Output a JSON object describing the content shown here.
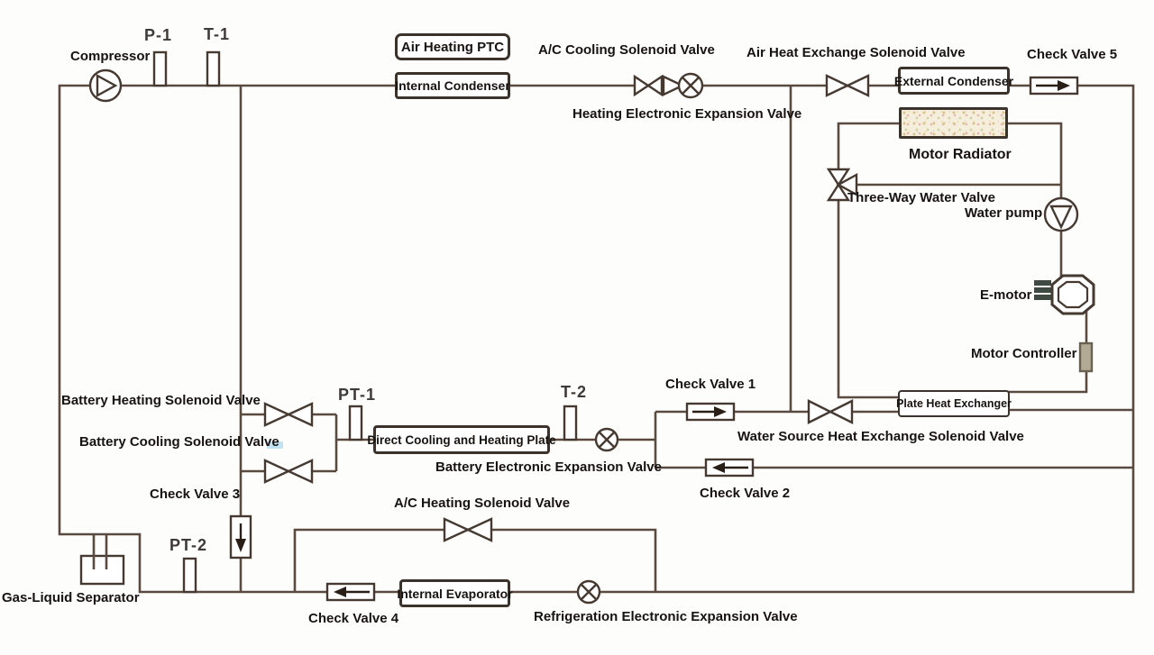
{
  "colors": {
    "pipe": "#5b4a40",
    "symbol_stroke": "#453931",
    "arrow": "#2a1f17",
    "box_border": "#3b322b",
    "text": "#161311",
    "sensor_text": "#3e3a36",
    "radiator_fill": "#f5eedd",
    "motor_controller_fill": "#b3aa95",
    "highlight_dash": "#b5ddef",
    "background": "#fdfdfb"
  },
  "labels": {
    "compressor": "Compressor",
    "p1": "P-1",
    "t1": "T-1",
    "air_heating_ptc": "Air Heating PTC",
    "internal_condenser": "Internal Condenser",
    "ac_cooling_solenoid": "A/C Cooling Solenoid Valve",
    "heating_eev": "Heating Electronic Expansion Valve",
    "air_heat_exchange_solenoid": "Air Heat Exchange Solenoid Valve",
    "external_condenser": "External Condenser",
    "check_valve_5": "Check Valve 5",
    "motor_radiator": "Motor Radiator",
    "three_way_water_valve": "Three-Way Water Valve",
    "water_pump": "Water pump",
    "e_motor": "E-motor",
    "motor_controller": "Motor Controller",
    "plate_heat_exchanger": "Plate Heat Exchanger",
    "check_valve_1": "Check Valve 1",
    "water_source_solenoid": "Water Source Heat Exchange Solenoid Valve",
    "check_valve_2": "Check Valve 2",
    "battery_heating_solenoid": "Battery Heating Solenoid Valve",
    "battery_cooling_solenoid": "Battery Cooling Solenoid Valve",
    "pt1": "PT-1",
    "direct_cooling_heating_plate": "Direct Cooling and Heating Plate",
    "t2": "T-2",
    "battery_eev": "Battery Electronic Expansion Valve",
    "check_valve_3": "Check Valve 3",
    "ac_heating_solenoid": "A/C Heating Solenoid Valve",
    "pt2": "PT-2",
    "gas_liquid_separator": "Gas-Liquid Separator",
    "check_valve_4": "Check Valve 4",
    "internal_evaporator": "Internal Evaporator",
    "refrigeration_eev": "Refrigeration Electronic Expansion Valve"
  }
}
